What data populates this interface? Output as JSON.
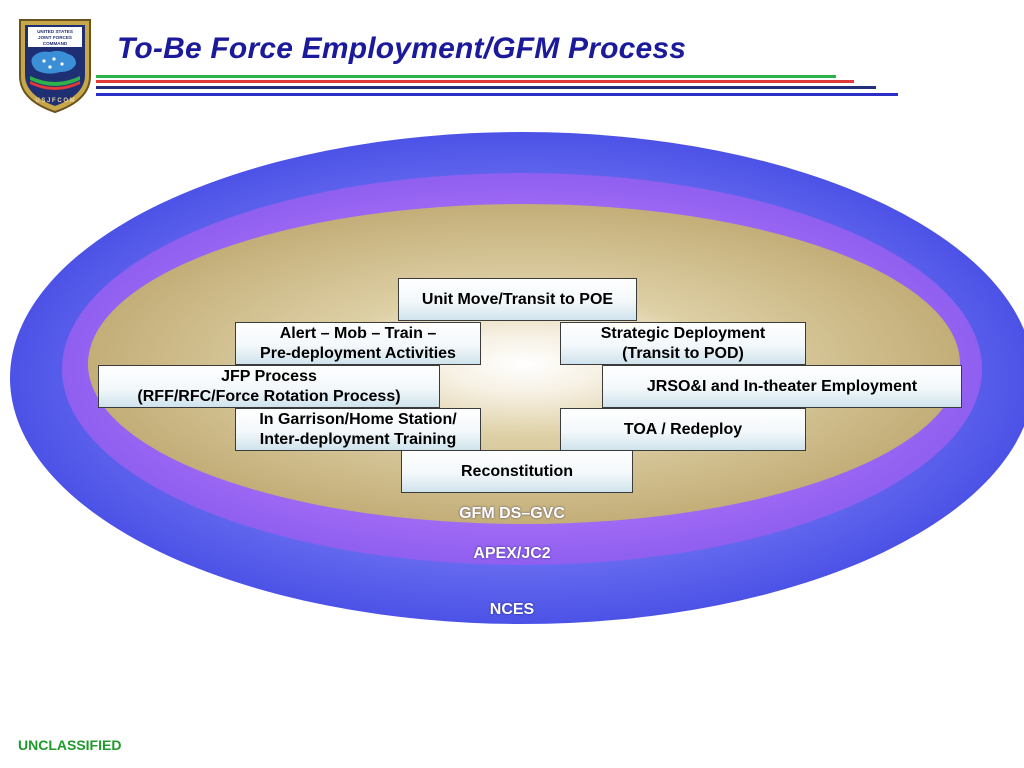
{
  "header": {
    "title": "To-Be Force Employment/GFM Process",
    "logo_text": "UNITED STATES JOINT FORCES COMMAND",
    "logo_ring_text": "USJFCOM"
  },
  "diagram": {
    "rings": {
      "outer": "NCES",
      "middle": "APEX/JC2",
      "inner": "GFM DS–GVC"
    },
    "process_steps": {
      "unit_move": "Unit Move/Transit to POE",
      "alert_mob": "Alert – Mob – Train –\nPre-deployment Activities",
      "strategic_deployment": "Strategic Deployment\n(Transit to POD)",
      "jfp_process": "JFP Process\n(RFF/RFC/Force Rotation Process)",
      "jrsoi": "JRSO&I and In-theater Employment",
      "in_garrison": "In Garrison/Home Station/\nInter-deployment Training",
      "toa_redeploy": "TOA / Redeploy",
      "reconstitution": "Reconstitution"
    },
    "colors": {
      "outer_ring": "#6a6ef0",
      "middle_ring": "#a26cf5",
      "inner_core": "#cdb886",
      "title": "#1a1a9a",
      "classification": "#1f9a2c"
    }
  },
  "footer": {
    "classification": "UNCLASSIFIED"
  }
}
